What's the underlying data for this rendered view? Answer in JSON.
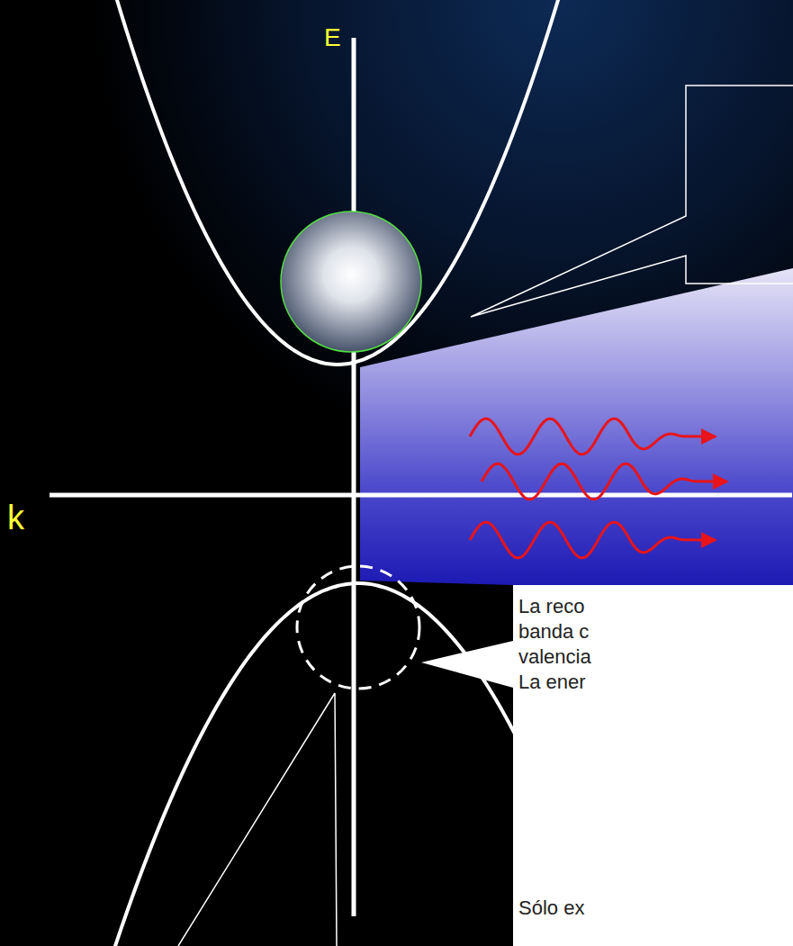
{
  "diagram": {
    "nodes": [
      {
        "text": [
          "La reco banda c valencia La ener",
          "Sólo ex"
        ]
      }
    ],
    "labels": [
      "E",
      "k"
    ]
  }
}
